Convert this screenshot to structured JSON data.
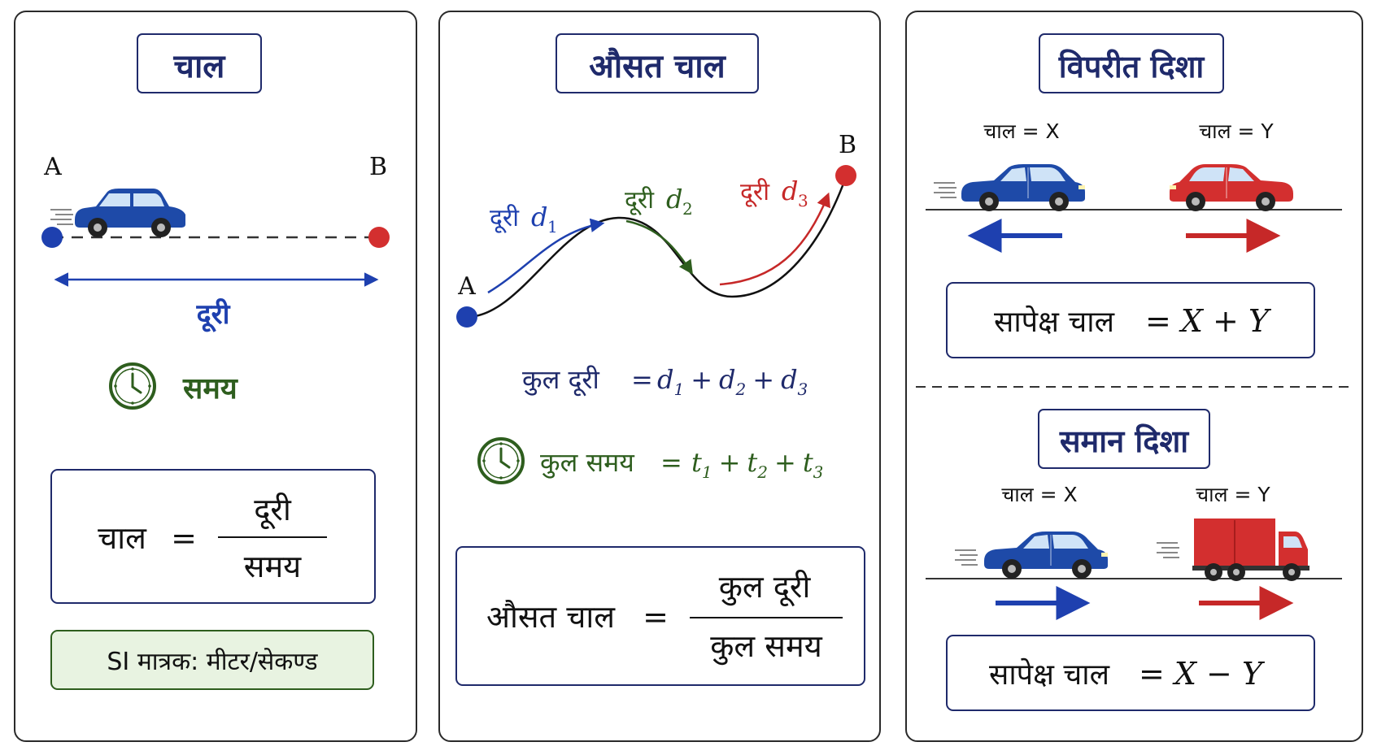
{
  "colors": {
    "navy": "#1f2a6b",
    "blue": "#1e40af",
    "red": "#c62828",
    "green": "#2e5e1e",
    "border": "#2a2a2a",
    "si_bg": "#e8f3e1"
  },
  "panel_speed": {
    "title": "चाल",
    "point_a": "A",
    "point_b": "B",
    "distance_label": "दूरी",
    "time_label": "समय",
    "formula_lhs": "चाल",
    "formula_eq": "=",
    "formula_num": "दूरी",
    "formula_den": "समय",
    "si_unit": "SI मात्रक: मीटर/सेकण्ड"
  },
  "panel_average": {
    "title": "औसत चाल",
    "point_a": "A",
    "point_b": "B",
    "d1_word": "दूरी",
    "d1_sym": "d",
    "d1_sub": "1",
    "d2_word": "दूरी",
    "d2_sym": "d",
    "d2_sub": "2",
    "d3_word": "दूरी",
    "d3_sym": "d",
    "d3_sub": "3",
    "total_distance_label": "कुल दूरी",
    "total_distance_eq": "=",
    "total_distance_expr": [
      "d",
      "1",
      "+",
      "d",
      "2",
      "+",
      "d",
      "3"
    ],
    "total_time_label": "कुल समय",
    "total_time_eq": "=",
    "total_time_expr": [
      "t",
      "1",
      "+",
      "t",
      "2",
      "+",
      "t",
      "3"
    ],
    "formula_lhs": "औसत चाल",
    "formula_eq": "=",
    "formula_num": "कुल दूरी",
    "formula_den": "कुल समय"
  },
  "panel_relative": {
    "opposite_title": "विपरीत दिशा",
    "opposite_speed_1": "चाल = X",
    "opposite_speed_2": "चाल = Y",
    "opposite_formula_lhs": "सापेक्ष चाल",
    "opposite_formula_rhs": "= X + Y",
    "same_title": "समान दिशा",
    "same_speed_1": "चाल = X",
    "same_speed_2": "चाल = Y",
    "same_formula_lhs": "सापेक्ष चाल",
    "same_formula_rhs": "= X − Y"
  },
  "icons": [
    "car-icon",
    "truck-icon",
    "clock-icon",
    "arrow-icon"
  ]
}
